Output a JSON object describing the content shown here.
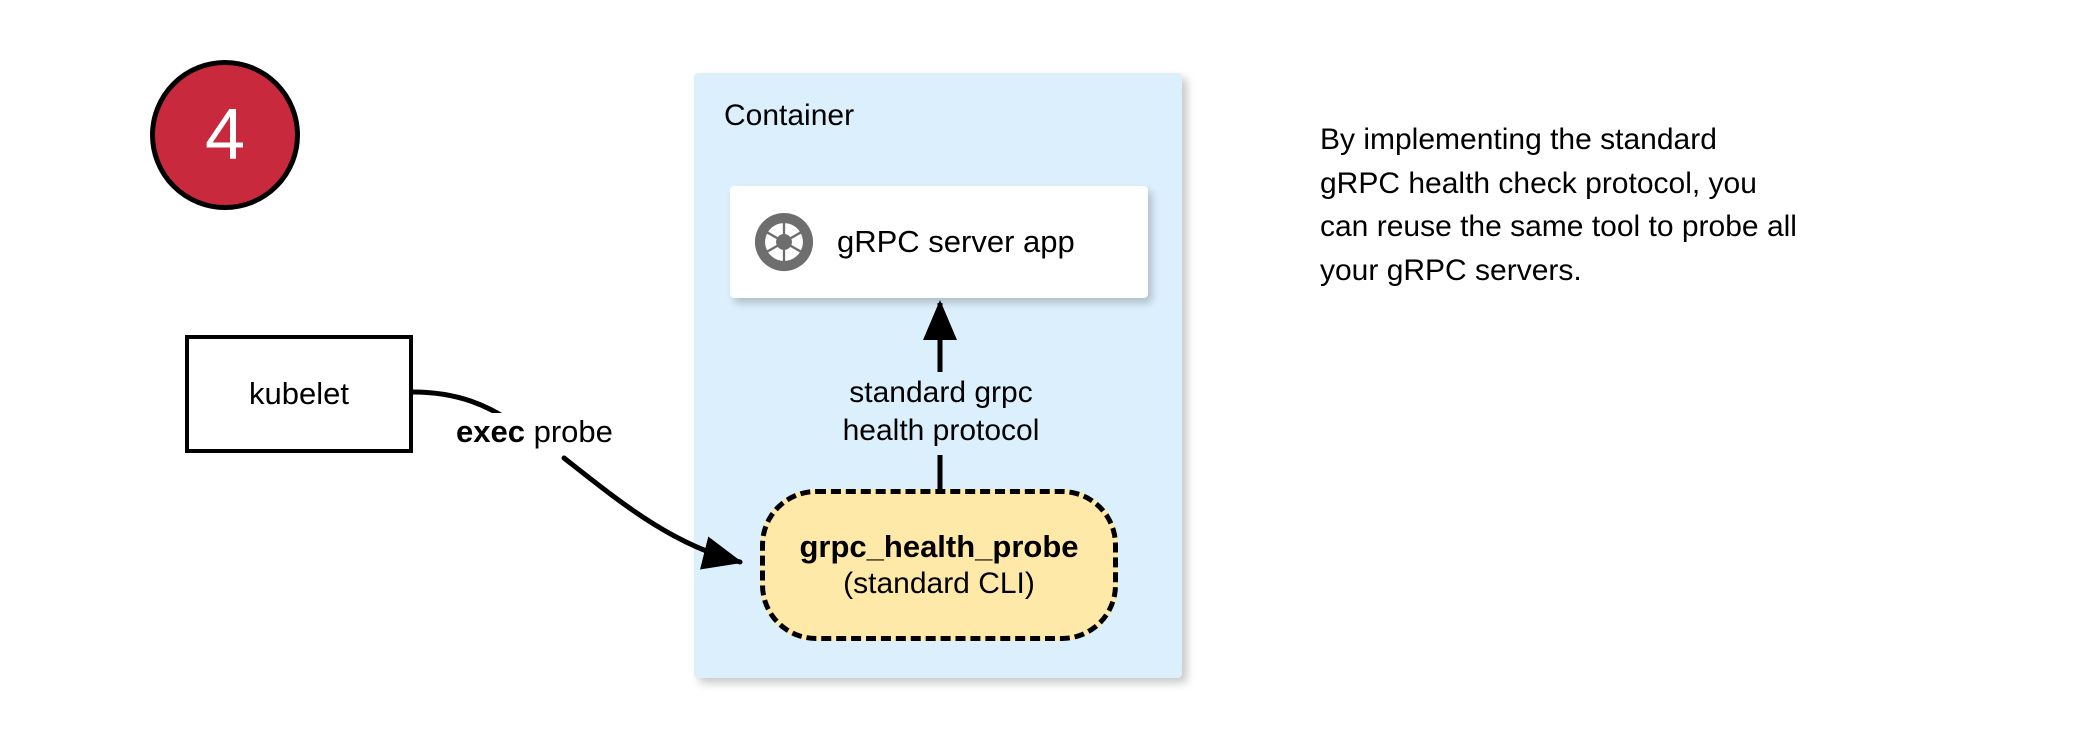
{
  "step": {
    "number": "4",
    "circle_color": "#c9293c",
    "text_color": "#ffffff"
  },
  "container": {
    "title": "Container",
    "fill_color": "#dbeffc"
  },
  "server_card": {
    "label": "gRPC server app",
    "icon": "aperture-icon",
    "icon_color": "#6e6e6e",
    "fill_color": "#ffffff"
  },
  "kubelet": {
    "label": "kubelet",
    "fill_color": "#ffffff",
    "border_color": "#000000"
  },
  "probe": {
    "title": "grpc_health_probe",
    "subtitle": "(standard CLI)",
    "fill_color": "#ffe9a8",
    "border_color": "#000000",
    "border_style": "dashed"
  },
  "edges": {
    "exec_probe": {
      "label_bold": "exec",
      "label_rest": " probe",
      "from": "kubelet",
      "to": "grpc_health_probe"
    },
    "health_protocol": {
      "line1": "standard grpc",
      "line2": "health protocol",
      "from": "grpc_health_probe",
      "to": "gRPC server app"
    }
  },
  "side_note": {
    "line1": "By implementing the standard",
    "line2": "gRPC health check protocol, you",
    "line3": "can reuse the same tool to probe all",
    "line4": "your gRPC servers."
  }
}
